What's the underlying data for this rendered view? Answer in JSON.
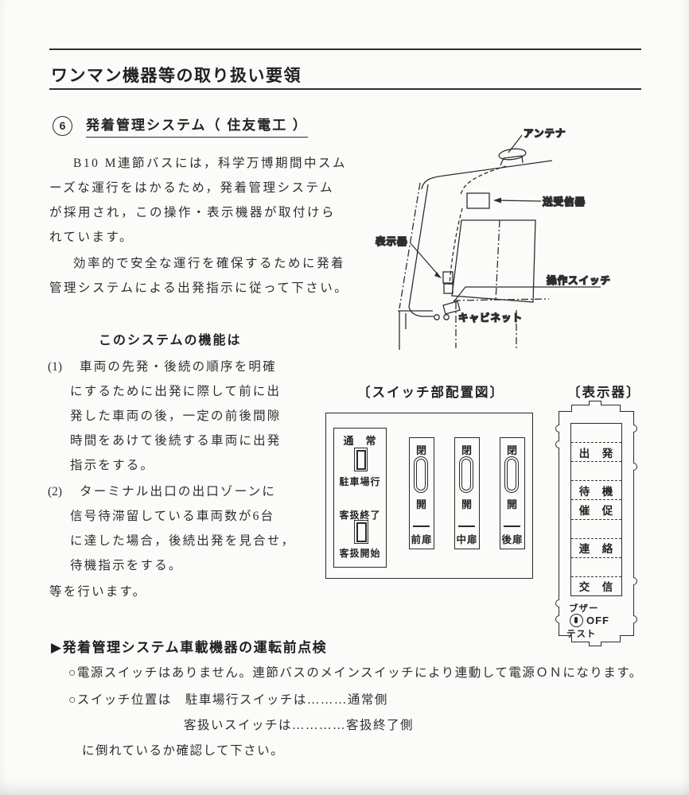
{
  "header": {
    "title": "ワンマン機器等の取り扱い要領",
    "section_number": "6",
    "section_title": "発着管理システム（ 住友電工 ）"
  },
  "intro": {
    "p1": [
      "B10 M連節バスには，科学万博期間中スム",
      "ーズな運行をはかるため，発着管理システム",
      "が採用され，この操作・表示機器が取付けら",
      "れています。"
    ],
    "p2": [
      "効率的で安全な運行を確保するために発着",
      "管理システムによる出発指示に従って下さい。"
    ]
  },
  "functions": {
    "heading": "このシステムの機能は",
    "item1_num": "(1)",
    "item1": [
      "車両の先発・後続の順序を明確",
      "にするために出発に際して前に出",
      "発した車両の後，一定の前後間隙",
      "時間をあけて後続する車両に出発",
      "指示をする。"
    ],
    "item2_num": "(2)",
    "item2": [
      "ターミナル出口の出口ゾーンに",
      "信号待滞留している車両数が6台",
      "に達した場合，後続出発を見合せ，",
      "待機指示をする。"
    ],
    "closing": "等を行います。"
  },
  "bus_diagram": {
    "antenna": "アンテナ",
    "transceiver": "送受信器",
    "display": "表示器",
    "switch": "操作スイッチ",
    "cabinet": "キャビネット"
  },
  "switch_panel": {
    "caption": "〔スイッチ部配置図〕",
    "normal": "通　常",
    "parking": "駐車場行",
    "service_end": "客扱終了",
    "service_start": "客扱開始",
    "doors": [
      {
        "closed": "閉",
        "open": "開",
        "label": "前扉"
      },
      {
        "closed": "閉",
        "open": "開",
        "label": "中扉"
      },
      {
        "closed": "閉",
        "open": "開",
        "label": "後扉"
      }
    ]
  },
  "display_unit": {
    "caption": "〔表示器〕",
    "rows": [
      "",
      "出　発",
      "",
      "待　機",
      "催　促",
      "",
      "連　絡",
      "",
      "交　信"
    ],
    "buzzer": "ブザー",
    "off": "OFF",
    "test": "テスト"
  },
  "checklist": {
    "marker": "▶",
    "heading": "発着管理システム車載機器の運転前点検",
    "bullet": "○",
    "line1": "電源スイッチはありません。連節バスのメインスイッチにより連動して電源ＯＮになります。",
    "line2": "スイッチ位置は　駐車場行スイッチは………通常側",
    "line3": "客扱いスイッチは…………客扱終了側",
    "line4": "に倒れているか確認して下さい。"
  }
}
